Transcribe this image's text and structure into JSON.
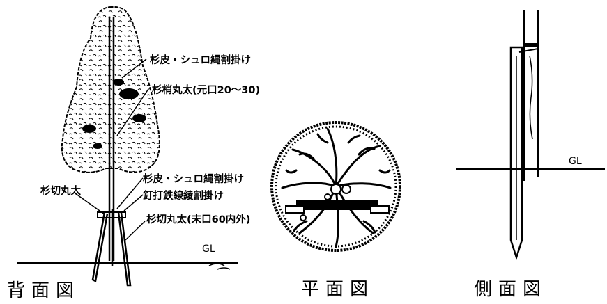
{
  "back_view": {
    "title": "背面図",
    "labels": {
      "bark_wrap_top": "杉皮・シュロ縄割掛け",
      "cedar_pole": "杉梢丸太(元口20～30)",
      "bark_wrap_bottom": "杉皮・シュロ縄割掛け",
      "nail_wire": "釘打鉄線綾割掛け",
      "cut_log_stake": "杉切丸太(末口60内外)",
      "cut_log_left": "杉切丸太"
    },
    "ground": "GL"
  },
  "plan_view": {
    "title": "平面図"
  },
  "side_view": {
    "title": "側面図",
    "ground": "GL"
  }
}
